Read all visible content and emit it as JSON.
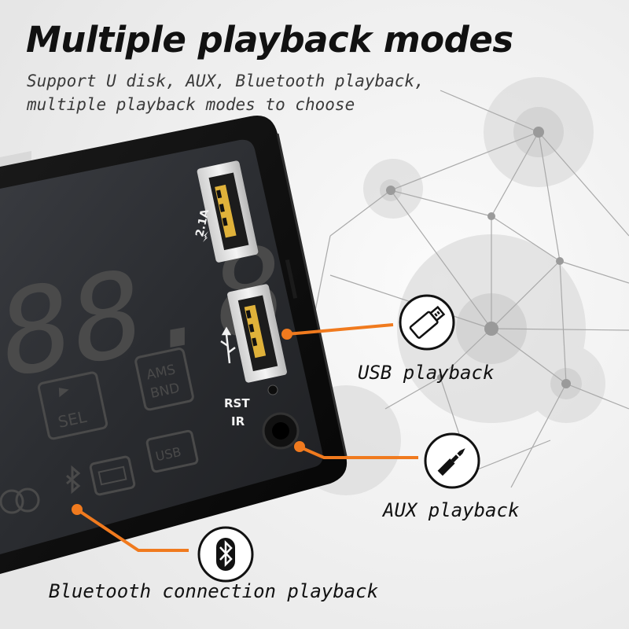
{
  "header": {
    "title": "Multiple playback modes",
    "subtitle_line1": "Support U disk, AUX, Bluetooth playback,",
    "subtitle_line2": "multiple playback modes to choose"
  },
  "device": {
    "usb_charge_rating": "2.1A",
    "rst_label": "RST",
    "ir_label": "IR",
    "display_digits": "88.8",
    "buttons": {
      "ams_label": "AMS",
      "bnd_label": "BND",
      "sel_label": "SEL",
      "usb_label": "USB"
    }
  },
  "features": [
    {
      "label": "USB playback",
      "icon": "usb-drive-icon"
    },
    {
      "label": "AUX playback",
      "icon": "aux-plug-icon"
    },
    {
      "label": "Bluetooth connection playback",
      "icon": "bluetooth-icon"
    }
  ],
  "colors": {
    "accent": "#f07a1e",
    "device_body": "#0b0b0b",
    "panel": "#2b2d31"
  }
}
